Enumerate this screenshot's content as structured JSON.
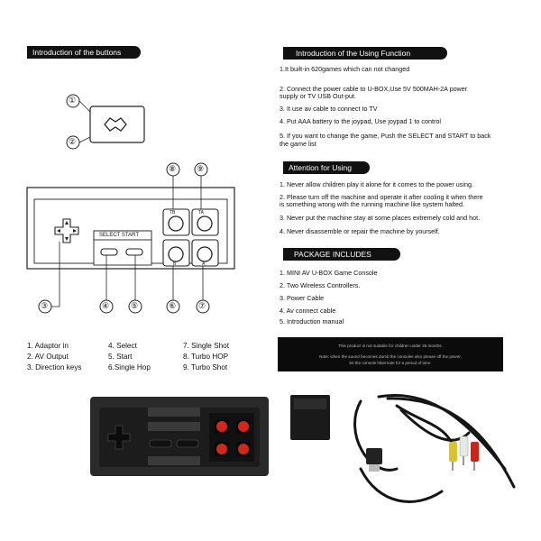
{
  "left": {
    "header": "Introduction of the buttons",
    "select_start_label": "SELECT   START",
    "callouts": [
      "①",
      "②",
      "③",
      "④",
      "⑤",
      "⑥",
      "⑦",
      "⑧",
      "⑨"
    ],
    "shoulder_labels": {
      "left": "TB",
      "right": "TA",
      "b": "B",
      "a": "A"
    },
    "legend_col1": [
      "1. Adaptor in",
      "2. AV Output",
      "3. Direction keys"
    ],
    "legend_col2": [
      "4. Select",
      "5. Start",
      "6.Single Hop"
    ],
    "legend_col3": [
      "7. Single Shot",
      "8. Turbo HOP",
      "9. Turbo Shot"
    ]
  },
  "right": {
    "usage": {
      "header": "Introduction of the Using Function",
      "lines": [
        "1.It built-in 620games which can not changed",
        "2. Connect the power cable to U-BOX,Use 5V 500MAH-2A power",
        "    supply or TV USB Out-put.",
        "3. It use av cable to connect to TV",
        "4. Put AAA battery to the joypad, Use joypad 1 to control",
        "5. If you want to change the game, Push the SELECT and START to back",
        "    the game list"
      ]
    },
    "attention": {
      "header": "Attention for Using",
      "lines": [
        "1. Never allow children play it alone for it comes to the power using.",
        "2. Please turn off the machine and operate it after cooling it when there",
        "    is something wrong with the running machine like system halted.",
        "3. Never put the machine stay at some places extremely cold and hot.",
        "4. Never disassemble or repair the machine by yourself."
      ]
    },
    "package": {
      "header": "PACKAGE INCLUDES",
      "items": [
        "1. MINI AV U-BOX Game Console",
        "2. Two Wireless Controllers.",
        "3. Power Cable",
        "4. Av connect cable",
        "5. Introduction manual"
      ]
    },
    "notice": {
      "line1": "This product is not suitable for children under 36 months.",
      "line2": "Note: when the sound becomes dumb the consoles also please off the power,",
      "line3": "let the console hibernate for a period of time."
    }
  },
  "colors": {
    "banner_bg": "#111111",
    "controller_body": "#2a2a2a",
    "button_red": "#d0281c"
  }
}
